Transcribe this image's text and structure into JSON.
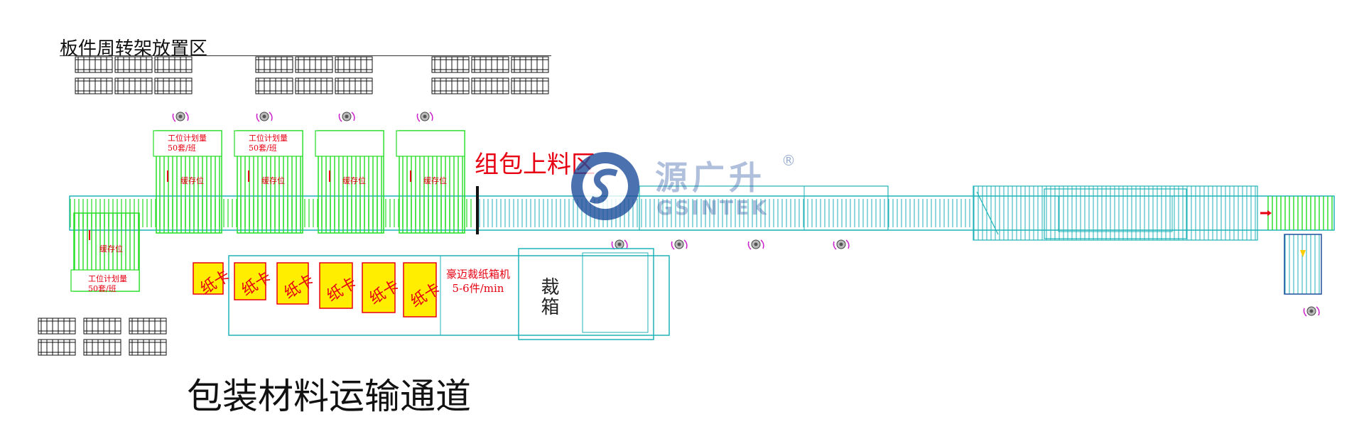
{
  "zone_title": "板件周转架放置区",
  "loading_zone": "组包上料区",
  "channel_title": "包装材料运输通道",
  "workstation_plan": "工位计划量\n50套/班",
  "cache_label": "缓存位",
  "machine_label": "豪迈裁纸箱机\n5-6件/min",
  "cut_label": "裁箱",
  "paper_card": "纸卡",
  "logo_cn": "源广升",
  "logo_en": "GSINTEK",
  "logo_reg": "®",
  "colors": {
    "conveyor": "#1fb3b8",
    "station": "#22dd22",
    "annotation": "#e60012",
    "paper_fill": "#ffee00",
    "logo": "#1f4e9c",
    "operator": "#cc22cc"
  },
  "icons": [
    "operator-icon",
    "logo-mark-icon",
    "rack-icon",
    "arrow-icon"
  ]
}
